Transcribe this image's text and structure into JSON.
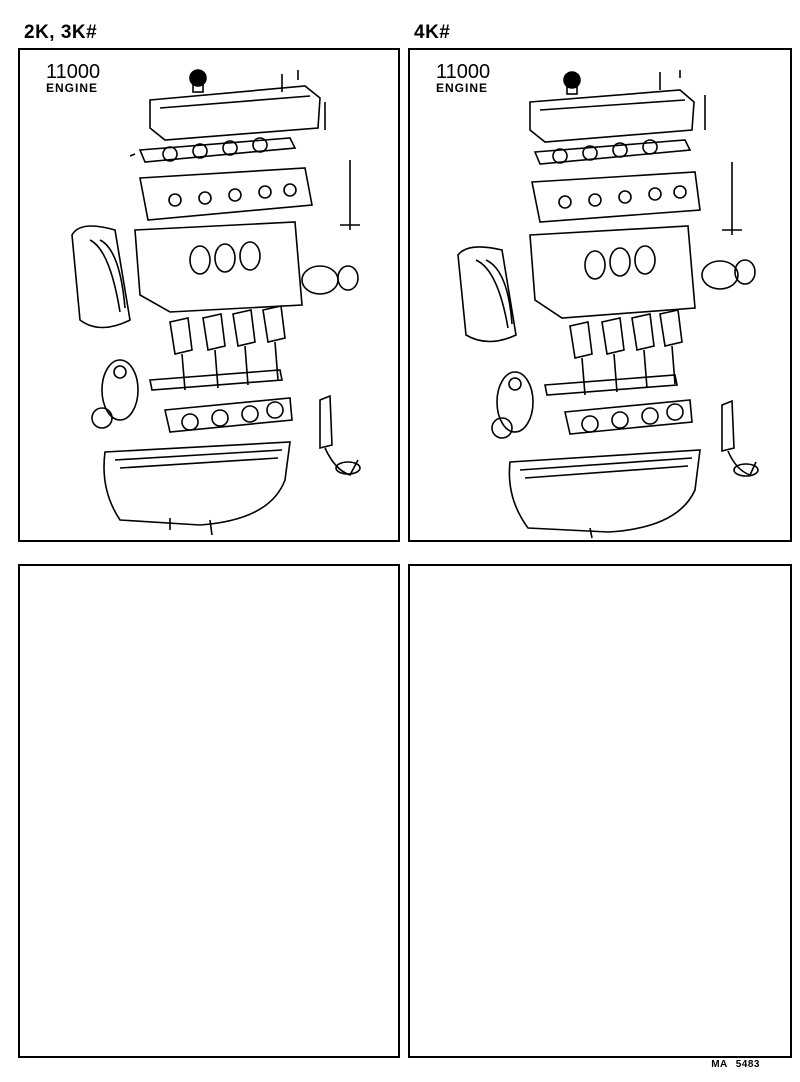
{
  "panels": [
    {
      "model": "2K, 3K#",
      "engine_code": "11000",
      "engine_word": "ENGINE"
    },
    {
      "model": "4K#",
      "engine_code": "11000",
      "engine_word": "ENGINE"
    }
  ],
  "footer": {
    "prefix": "MA",
    "number": "5483"
  },
  "icons": [
    "engine-exploded-diagram"
  ]
}
